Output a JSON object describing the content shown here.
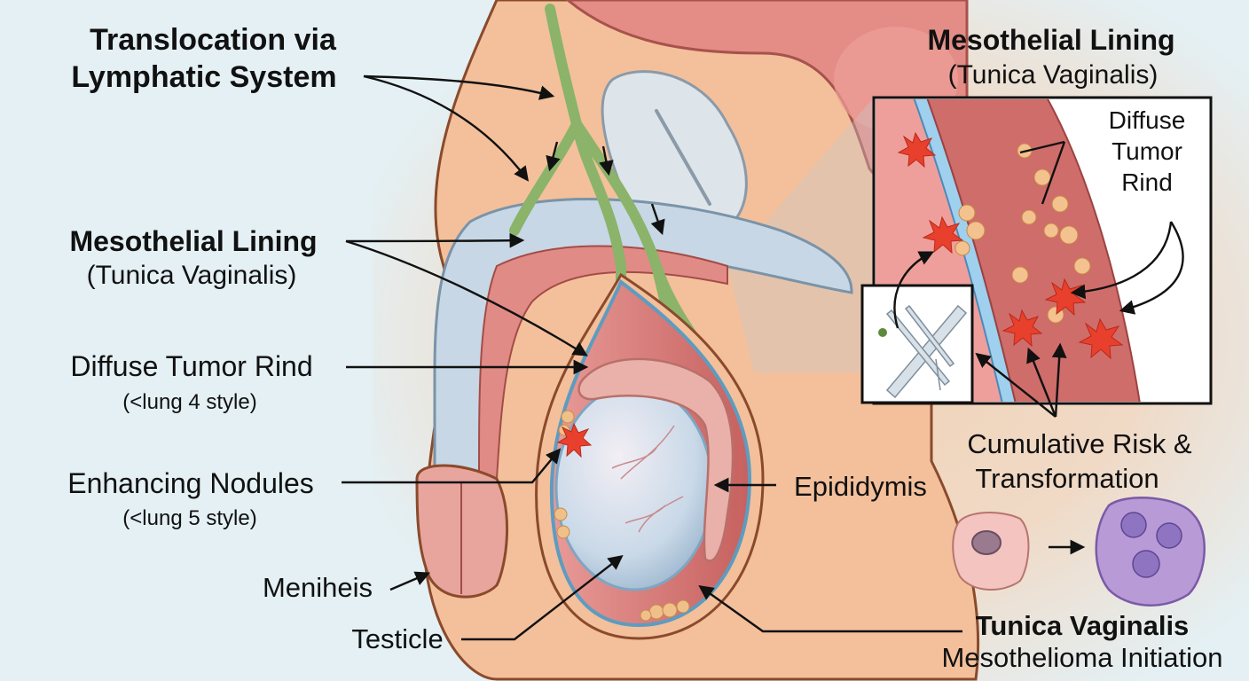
{
  "colors": {
    "background": "#e4f0f4",
    "skin": "#f3c09b",
    "skin_outline": "#8a4a2c",
    "lymph_green": "#9dc07a",
    "lining_blue": "#6aa6c8",
    "tissue_red": "#d9777a",
    "tumor_orange": "#f0c08a",
    "burst_red": "#e8402c",
    "cell_pink": "#f3c4c0",
    "cell_purple": "#b79ad6"
  },
  "labels": {
    "lymphatic": {
      "line1": "Translocation via",
      "line2": "Lymphatic System"
    },
    "lining_left": {
      "title": "Mesothelial Lining",
      "sub": "(Tunica Vaginalis)"
    },
    "rind_left": {
      "title": "Diffuse Tumor Rind",
      "sub": "(<lung 4 style)"
    },
    "nodules": {
      "title": "Enhancing Nodules",
      "sub": "(<lung 5 style)"
    },
    "menihei": "Meniheis",
    "testicle": "Testicle",
    "epididymis": "Epididymis",
    "lining_right": {
      "title": "Mesothelial Lining",
      "sub": "(Tunica Vaginalis)"
    },
    "rind_inset": {
      "line1": "Diffuse",
      "line2": "Tumor",
      "line3": "Rind"
    },
    "risk": {
      "line1": "Cumulative Risk &",
      "line2": "Transformation"
    },
    "initiation": {
      "title": "Tunica Vaginalis",
      "sub": "Mesothelioma Initiation"
    }
  },
  "icons": {
    "fiber": "asbestos-fiber-icon",
    "burst": "tumor-burst-icon",
    "normal_cell": "normal-cell-icon",
    "malignant_cell": "malignant-cell-icon",
    "arrow": "arrow-right-icon"
  }
}
